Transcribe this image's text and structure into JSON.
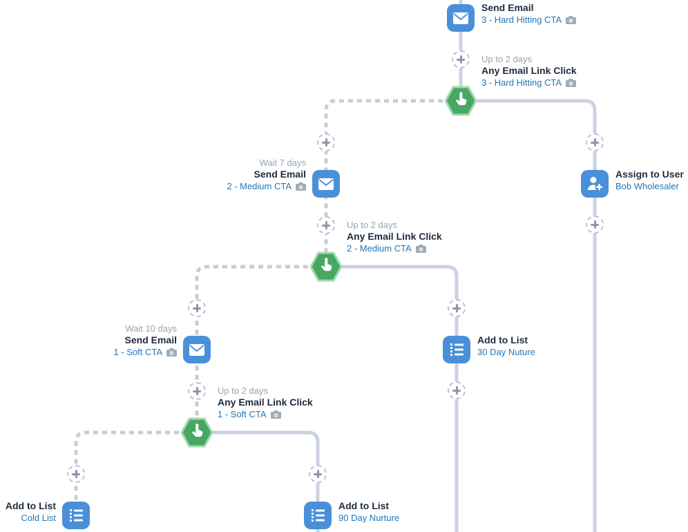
{
  "app": {
    "view": "engagement-program-canvas"
  },
  "colors": {
    "action_blue": "#4a90d8",
    "trigger_green": "#46a861",
    "trigger_ring_green": "#a6d7b4",
    "link_blue": "#2276b5",
    "title_text": "#1e2b3c",
    "muted_text": "#9aa1ad",
    "line_solid": "#cbd0e2",
    "line_dashed": "#c8ccd8"
  },
  "icons": {
    "email": "envelope-icon",
    "trigger": "click-hand-icon",
    "list": "list-icon",
    "assign": "user-add-icon",
    "connector": "plus-icon",
    "preview": "camera-icon"
  },
  "nodes": {
    "email_hard": {
      "title": "Send Email",
      "subtitle": "3 - Hard Hitting CTA"
    },
    "trigger_hard": {
      "wait": "Up to 2 days",
      "title": "Any Email Link Click",
      "subtitle": "3 - Hard Hitting CTA"
    },
    "assign_user": {
      "title": "Assign to User",
      "subtitle": "Bob Wholesaler"
    },
    "email_medium": {
      "wait": "Wait 7 days",
      "title": "Send Email",
      "subtitle": "2 - Medium CTA"
    },
    "trigger_medium": {
      "wait": "Up to 2 days",
      "title": "Any Email Link Click",
      "subtitle": "2 - Medium CTA"
    },
    "list_30day": {
      "title": "Add to List",
      "subtitle": "30 Day Nuture"
    },
    "email_soft": {
      "wait": "Wait 10 days",
      "title": "Send Email",
      "subtitle": "1 - Soft CTA"
    },
    "trigger_soft": {
      "wait": "Up to 2 days",
      "title": "Any Email Link Click",
      "subtitle": "1 - Soft CTA"
    },
    "list_cold": {
      "title": "Add to List",
      "subtitle": "Cold List"
    },
    "list_90day": {
      "title": "Add to List",
      "subtitle": "90 Day Nurture"
    }
  }
}
